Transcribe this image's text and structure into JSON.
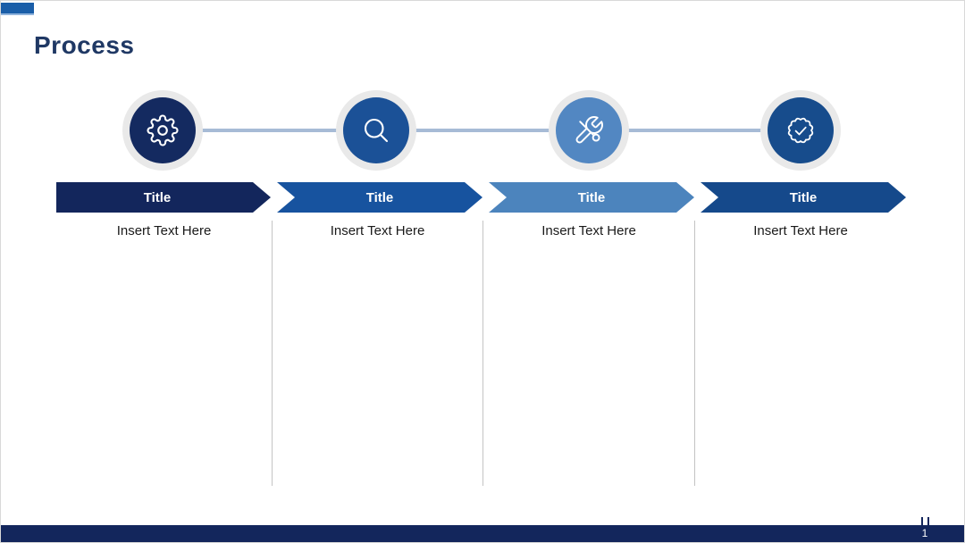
{
  "slide": {
    "title": "Process",
    "page_number": "1"
  },
  "steps": [
    {
      "icon": "gear-icon",
      "banner_label": "Title",
      "body_text": "Insert Text Here",
      "circle_color": "#142A60",
      "banner_color": "#13265C"
    },
    {
      "icon": "magnifier-icon",
      "banner_label": "Title",
      "body_text": "Insert Text Here",
      "circle_color": "#1B5197",
      "banner_color": "#17539F"
    },
    {
      "icon": "tools-icon",
      "banner_label": "Title",
      "body_text": "Insert Text Here",
      "circle_color": "#5287C2",
      "banner_color": "#4C84BD"
    },
    {
      "icon": "badge-check-icon",
      "banner_label": "Title",
      "body_text": "Insert Text Here",
      "circle_color": "#174C8C",
      "banner_color": "#15498B"
    }
  ],
  "colors": {
    "accent_bar": "#1A5EA8",
    "accent_underline": "#8FB3DC",
    "title_text": "#1F3864",
    "connector_line": "#A7BBD6",
    "circle_ring": "#E9E9E9",
    "divider": "#C4C4C4",
    "footer_bar": "#13265C",
    "banner_text": "#FFFFFF"
  }
}
